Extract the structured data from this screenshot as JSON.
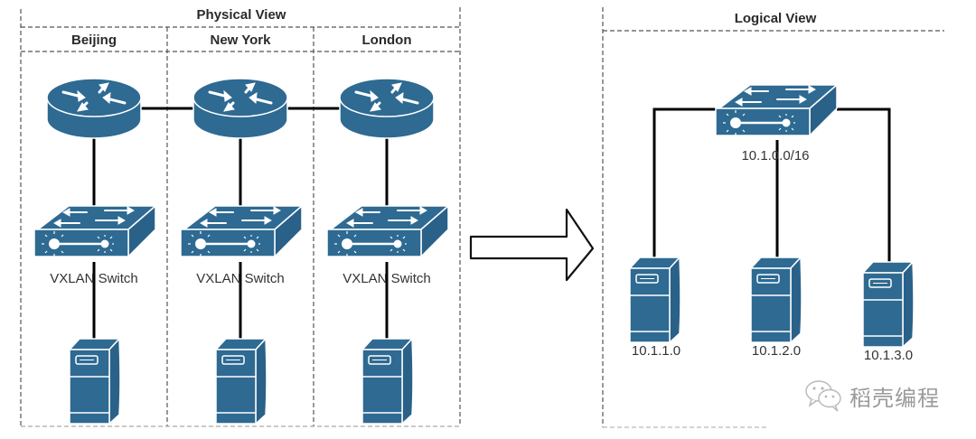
{
  "physical_view": {
    "title": "Physical View",
    "sites": [
      {
        "city": "Beijing",
        "switch_label": "VXLAN Switch"
      },
      {
        "city": "New York",
        "switch_label": "VXLAN Switch"
      },
      {
        "city": "London",
        "switch_label": "VXLAN Switch"
      }
    ]
  },
  "logical_view": {
    "title": "Logical View",
    "switch_label": "10.1.0.0/16",
    "hosts": [
      {
        "label": "10.1.1.0"
      },
      {
        "label": "10.1.2.0"
      },
      {
        "label": "10.1.3.0"
      }
    ]
  },
  "transition_arrow": "right-arrow-icon",
  "watermark": {
    "icon": "wechat-icon",
    "text": "稻壳编程"
  },
  "colors": {
    "device_fill": "#2e6a92",
    "device_outline": "#ffffff",
    "line": "#000000",
    "frame": "#555555"
  }
}
